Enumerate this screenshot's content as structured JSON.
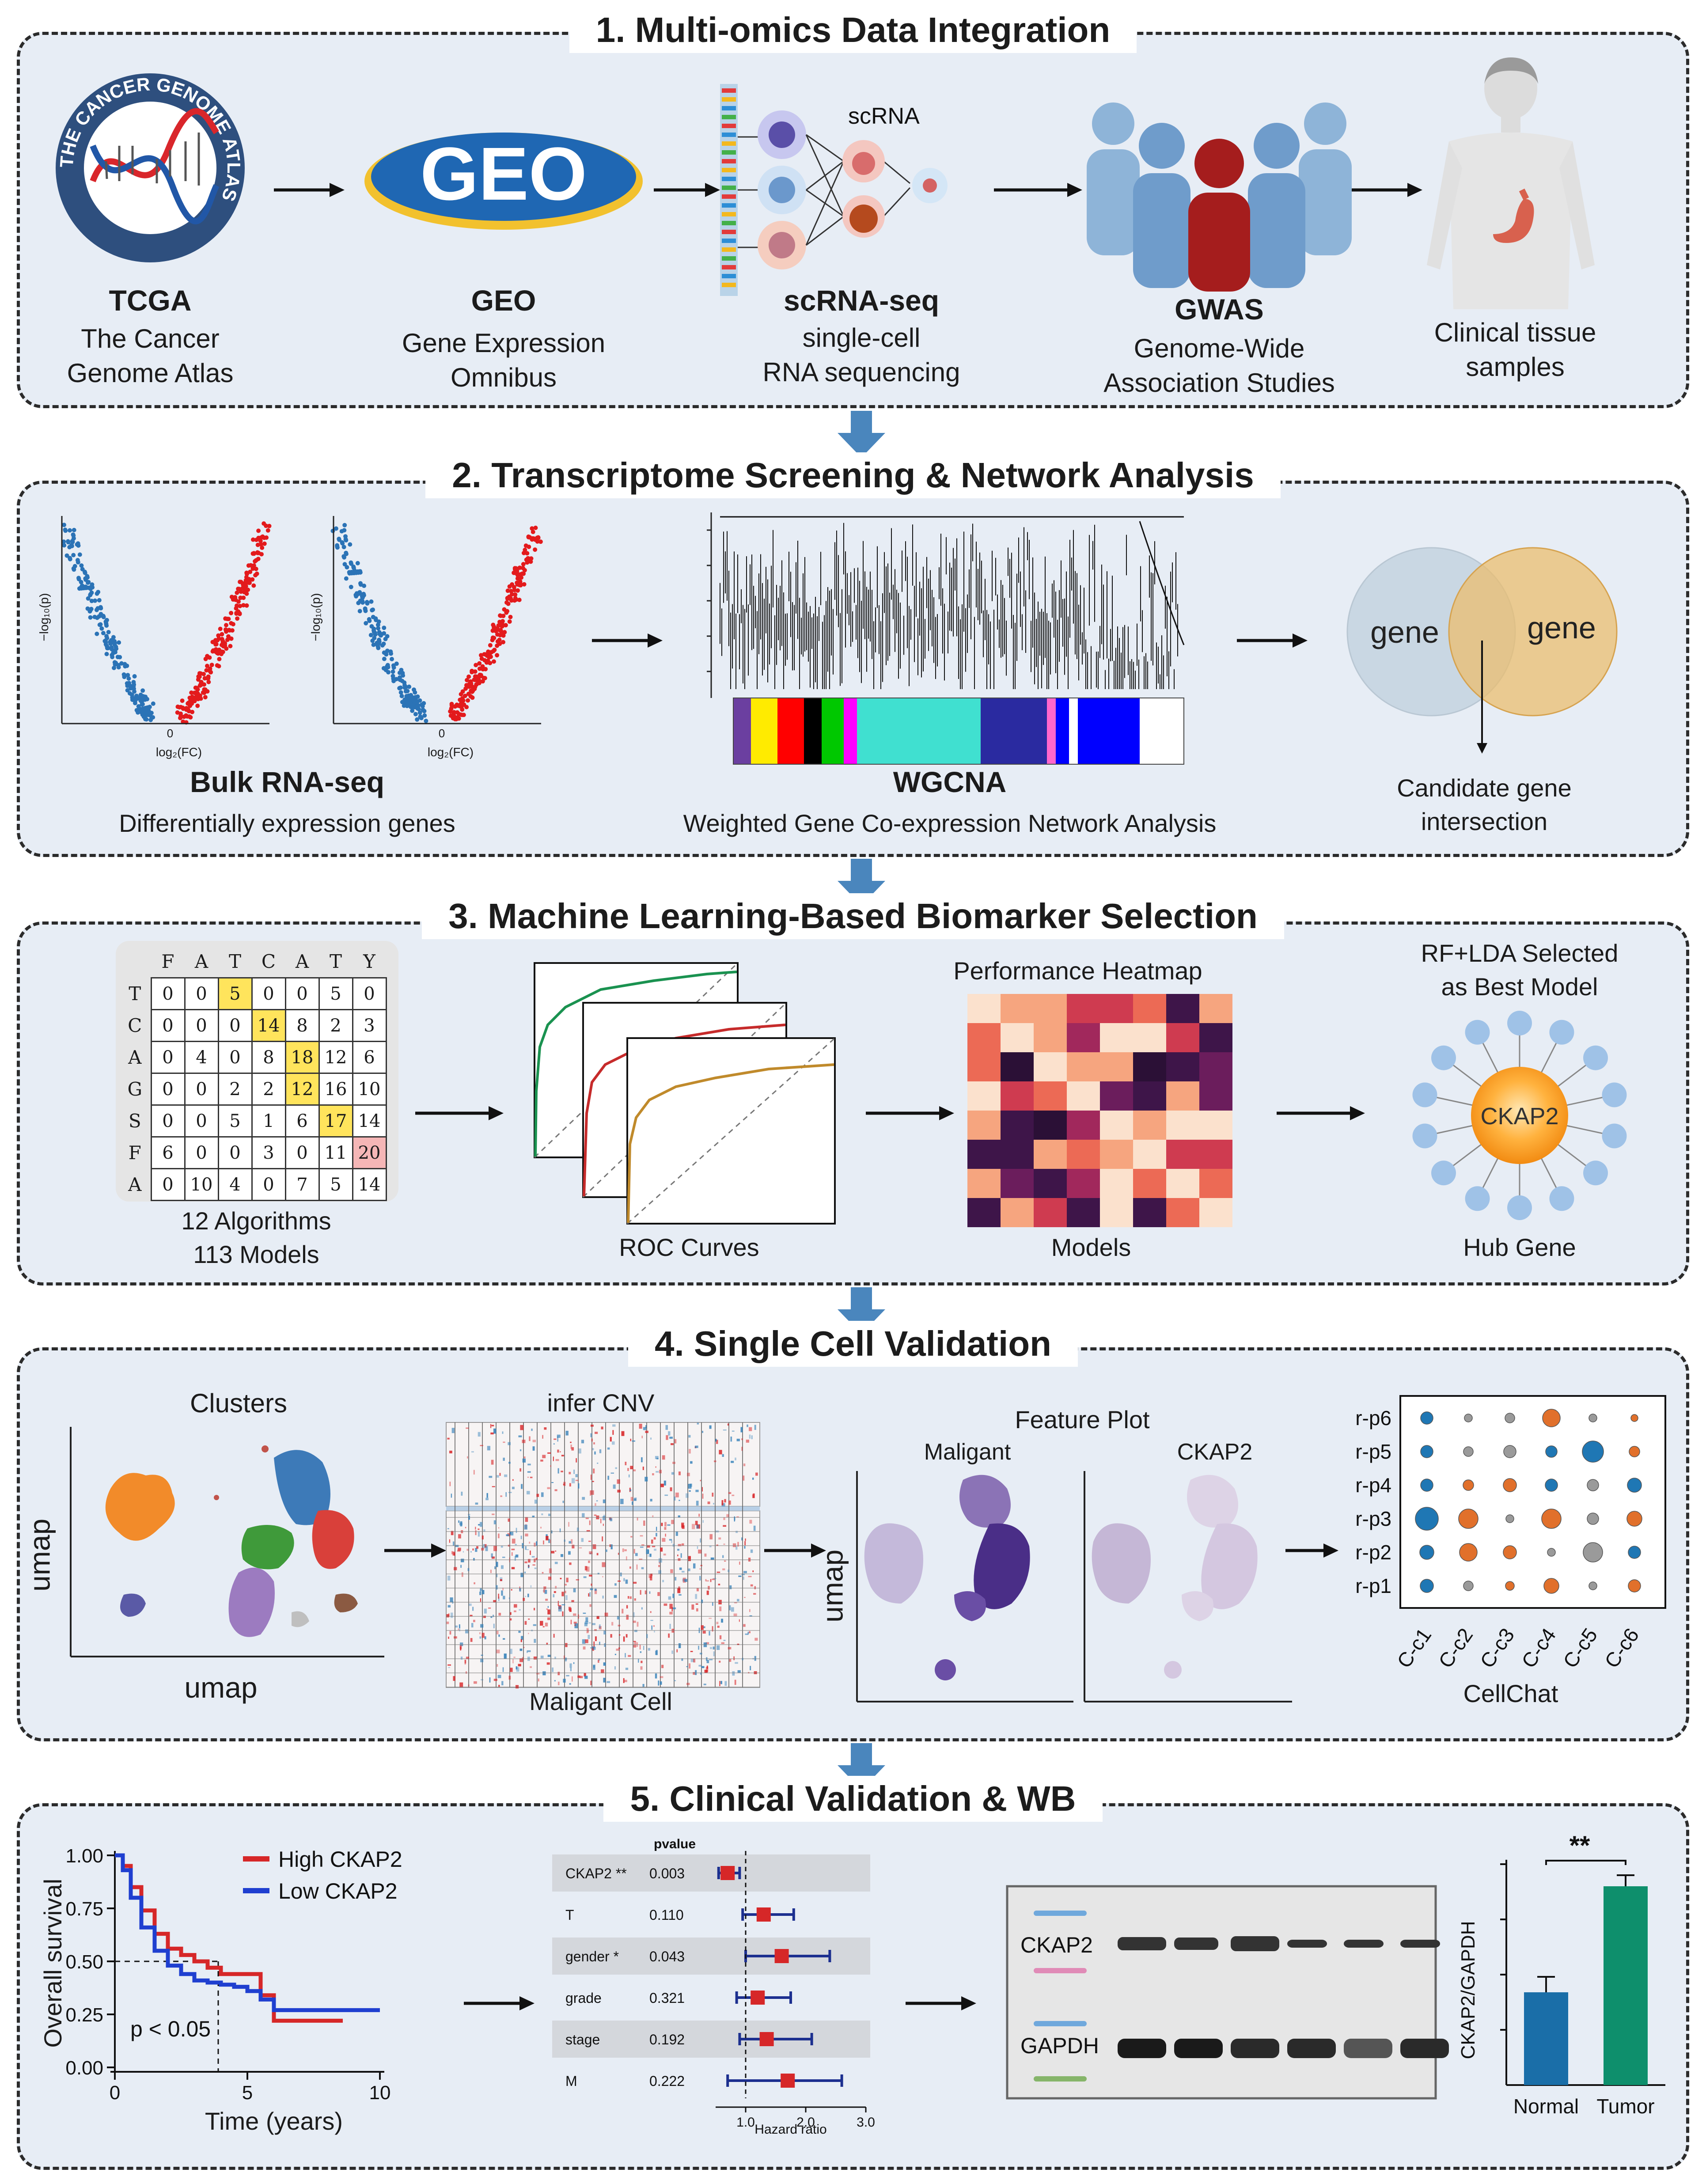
{
  "panel1": {
    "title": "1. Multi-omics Data Integration",
    "tcga": {
      "name": "TCGA",
      "desc1": "The Cancer",
      "desc2": "Genome Atlas",
      "ring_text": "THE CANCER GENOME ATLAS"
    },
    "geo": {
      "name": "GEO",
      "desc1": "Gene Expression",
      "desc2": "Omnibus",
      "logo_text": "GEO"
    },
    "scrna": {
      "name": "scRNA-seq",
      "desc1": "single-cell",
      "desc2": "RNA sequencing",
      "tag": "scRNA"
    },
    "gwas": {
      "name": "GWAS",
      "desc1": "Genome-Wide",
      "desc2": "Association Studies"
    },
    "clinical": {
      "desc1": "Clinical tissue",
      "desc2": "samples"
    }
  },
  "panel2": {
    "title": "2. Transcriptome Screening & Network Analysis",
    "volcano": {
      "ylabel": "−log₁₀(p)",
      "xlabel": "log₂(FC)",
      "zero": "0"
    },
    "bulk": {
      "name": "Bulk RNA-seq",
      "desc": "Differentially expression genes"
    },
    "wgcna": {
      "name": "WGCNA",
      "desc": "Weighted Gene Co-expression Network Analysis"
    },
    "venn": {
      "left": "gene",
      "right": "gene",
      "desc1": "Candidate gene",
      "desc2": "intersection"
    }
  },
  "panel3": {
    "title": "3. Machine Learning-Based Biomarker Selection",
    "matrix": {
      "cols": [
        "F",
        "A",
        "T",
        "C",
        "A",
        "T",
        "Y"
      ],
      "rows": [
        "T",
        "C",
        "A",
        "G",
        "S",
        "F",
        "A"
      ],
      "cells": [
        [
          "0",
          "0",
          "5",
          "0",
          "0",
          "5",
          "0"
        ],
        [
          "0",
          "0",
          "0",
          "14",
          "8",
          "2",
          "3"
        ],
        [
          "0",
          "4",
          "0",
          "8",
          "18",
          "12",
          "6"
        ],
        [
          "0",
          "0",
          "2",
          "2",
          "12",
          "16",
          "10"
        ],
        [
          "0",
          "0",
          "5",
          "1",
          "6",
          "17",
          "14"
        ],
        [
          "6",
          "0",
          "0",
          "3",
          "0",
          "11",
          "20"
        ],
        [
          "0",
          "10",
          "4",
          "0",
          "7",
          "5",
          "14"
        ]
      ],
      "caption1": "12 Algorithms",
      "caption2": "113 Models"
    },
    "roc": {
      "caption": "ROC Curves"
    },
    "heatmap": {
      "title": "Performance Heatmap",
      "caption": "Models"
    },
    "hub": {
      "title1": "RF+LDA Selected",
      "title2": "as Best Model",
      "gene": "CKAP2",
      "caption": "Hub Gene"
    }
  },
  "panel4": {
    "title": "4. Single Cell Validation",
    "clusters": {
      "title": "Clusters",
      "xlabel": "umap",
      "ylabel": "umap"
    },
    "cnv": {
      "title": "infer CNV",
      "caption": "Maligant Cell"
    },
    "feature": {
      "title": "Feature Plot",
      "left": "Maligant",
      "right": "CKAP2",
      "ylabel": "umap"
    },
    "cellchat": {
      "caption": "CellChat",
      "rows": [
        "r-p6",
        "r-p5",
        "r-p4",
        "r-p3",
        "r-p2",
        "r-p1"
      ],
      "cols": [
        "C-c1",
        "C-c2",
        "C-c3",
        "C-c4",
        "C-c5",
        "C-c6"
      ]
    }
  },
  "panel5": {
    "title": "5. Clinical Validation & WB",
    "km": {
      "ylabel": "Overall survival",
      "xlabel": "Time (years)",
      "pval": "p < 0.05",
      "legend": [
        "High CKAP2",
        "Low CKAP2"
      ],
      "yticks": [
        "1.00",
        "0.75",
        "0.50",
        "0.25",
        "0.00"
      ],
      "xticks": [
        "0",
        "5",
        "10"
      ]
    },
    "forest": {
      "header": "pvalue",
      "xlabel": "Hazard ratio",
      "xticks": [
        "1.0",
        "2.0",
        "3.0"
      ],
      "rows": [
        {
          "name": "CKAP2 **",
          "p": "0.003"
        },
        {
          "name": "T",
          "p": "0.110"
        },
        {
          "name": "gender *",
          "p": "0.043"
        },
        {
          "name": "grade",
          "p": "0.321"
        },
        {
          "name": "stage",
          "p": "0.192"
        },
        {
          "name": "M",
          "p": "0.222"
        }
      ]
    },
    "wb": {
      "band1": "CKAP2",
      "band2": "GAPDH"
    },
    "bar": {
      "ylabel": "CKAP2/GAPDH",
      "sig": "**",
      "categories": [
        "Normal",
        "Tumor"
      ]
    }
  },
  "colors": {
    "panel_bg": "#e7edf5",
    "arrow": "#4a86bd",
    "blue": "#1f77b4",
    "red": "#d62728",
    "green": "#0e8f6c"
  },
  "chart_data": [
    {
      "type": "line",
      "title": "",
      "xlabel": "Time (years)",
      "ylabel": "Overall survival",
      "xlim": [
        0,
        10
      ],
      "ylim": [
        0,
        1
      ],
      "series": [
        {
          "name": "High CKAP2",
          "x": [
            0,
            0.3,
            0.6,
            1,
            1.5,
            2,
            2.5,
            3,
            3.5,
            4,
            4.5,
            5,
            5.5,
            6,
            8.6
          ],
          "values": [
            1,
            0.95,
            0.85,
            0.74,
            0.63,
            0.56,
            0.53,
            0.5,
            0.47,
            0.44,
            0.44,
            0.44,
            0.34,
            0.22,
            0.22
          ]
        },
        {
          "name": "Low CKAP2",
          "x": [
            0,
            0.3,
            0.6,
            1,
            1.5,
            2,
            2.5,
            3,
            3.5,
            4,
            4.5,
            5,
            5.5,
            6,
            10
          ],
          "values": [
            1,
            0.93,
            0.8,
            0.66,
            0.55,
            0.48,
            0.44,
            0.41,
            0.4,
            0.39,
            0.38,
            0.36,
            0.32,
            0.27,
            0.27
          ]
        }
      ]
    },
    {
      "type": "scatter",
      "title": "",
      "xlabel": "Hazard ratio",
      "xlim": [
        0.5,
        3
      ],
      "categories": [
        "CKAP2 **",
        "T",
        "gender *",
        "grade",
        "stage",
        "M"
      ],
      "values": [
        0.7,
        1.3,
        1.6,
        1.2,
        1.35,
        1.7
      ],
      "lower": [
        0.55,
        0.95,
        1.0,
        0.85,
        0.9,
        0.7
      ],
      "upper": [
        0.9,
        1.8,
        2.4,
        1.75,
        2.1,
        2.6
      ]
    },
    {
      "type": "bar",
      "title": "",
      "ylabel": "CKAP2/GAPDH",
      "categories": [
        "Normal",
        "Tumor"
      ],
      "values": [
        0.42,
        0.9
      ],
      "errors": [
        0.07,
        0.05
      ]
    }
  ]
}
